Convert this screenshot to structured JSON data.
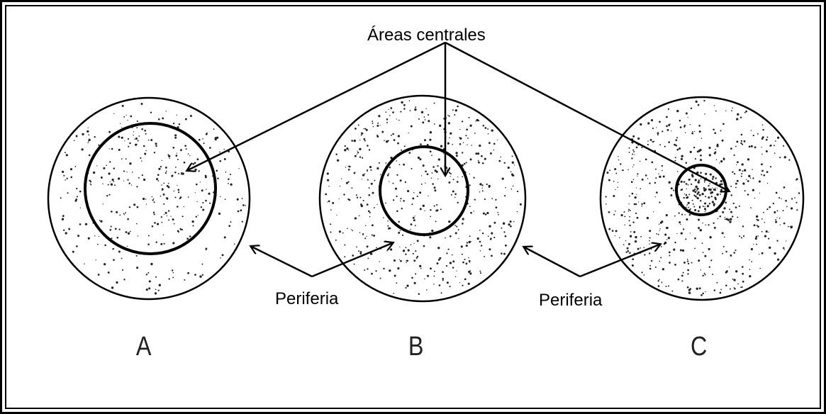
{
  "title": "Áreas centrales",
  "periphery_left": "Periferia",
  "periphery_right": "Periferia",
  "panels": [
    {
      "letter": "A"
    },
    {
      "letter": "B"
    },
    {
      "letter": "C"
    }
  ],
  "colors": {
    "ink": "#000000",
    "background": "#ffffff"
  }
}
